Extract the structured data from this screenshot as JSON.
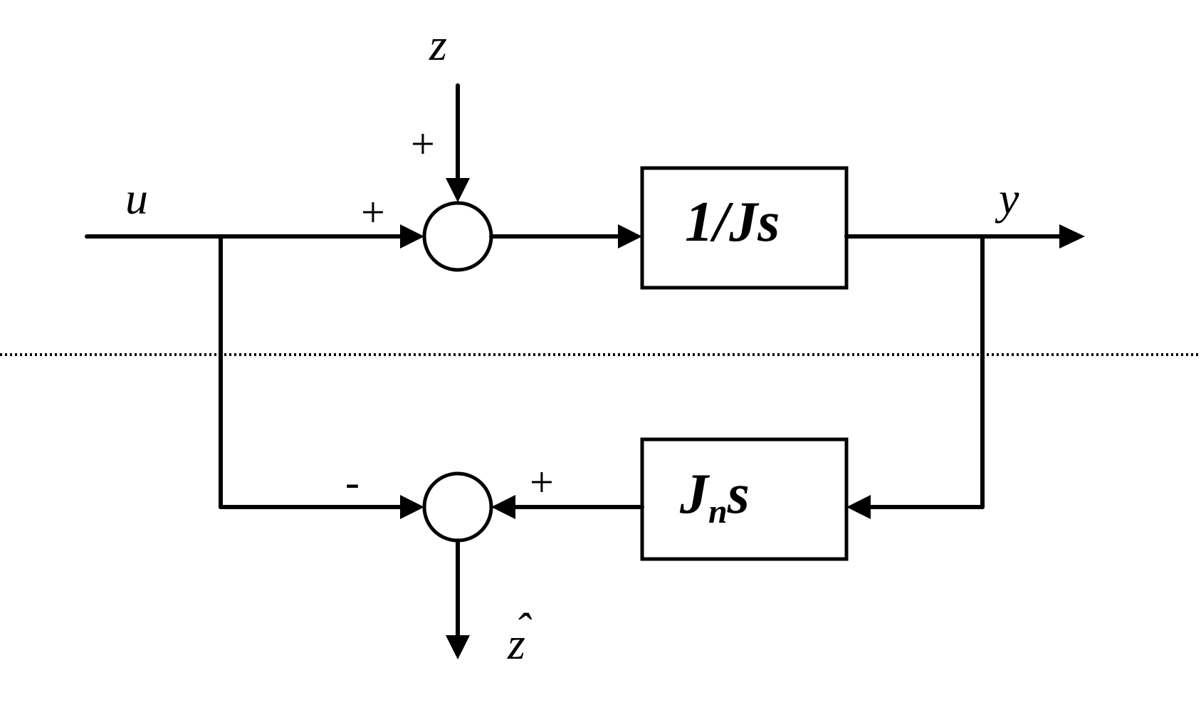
{
  "signals": {
    "input": "u",
    "disturbance": "z",
    "output": "y",
    "estimate_base": "z",
    "estimate_hat": "ˆ"
  },
  "blocks": {
    "plant": "1/Js",
    "observer_main": "J",
    "observer_sub": "n",
    "observer_tail": "s"
  },
  "signs": {
    "top_junction_disturbance": "+",
    "top_junction_input": "+",
    "bottom_junction_input": "-",
    "bottom_junction_observer": "+"
  },
  "colors": {
    "line": "#000000",
    "background": "#ffffff"
  }
}
